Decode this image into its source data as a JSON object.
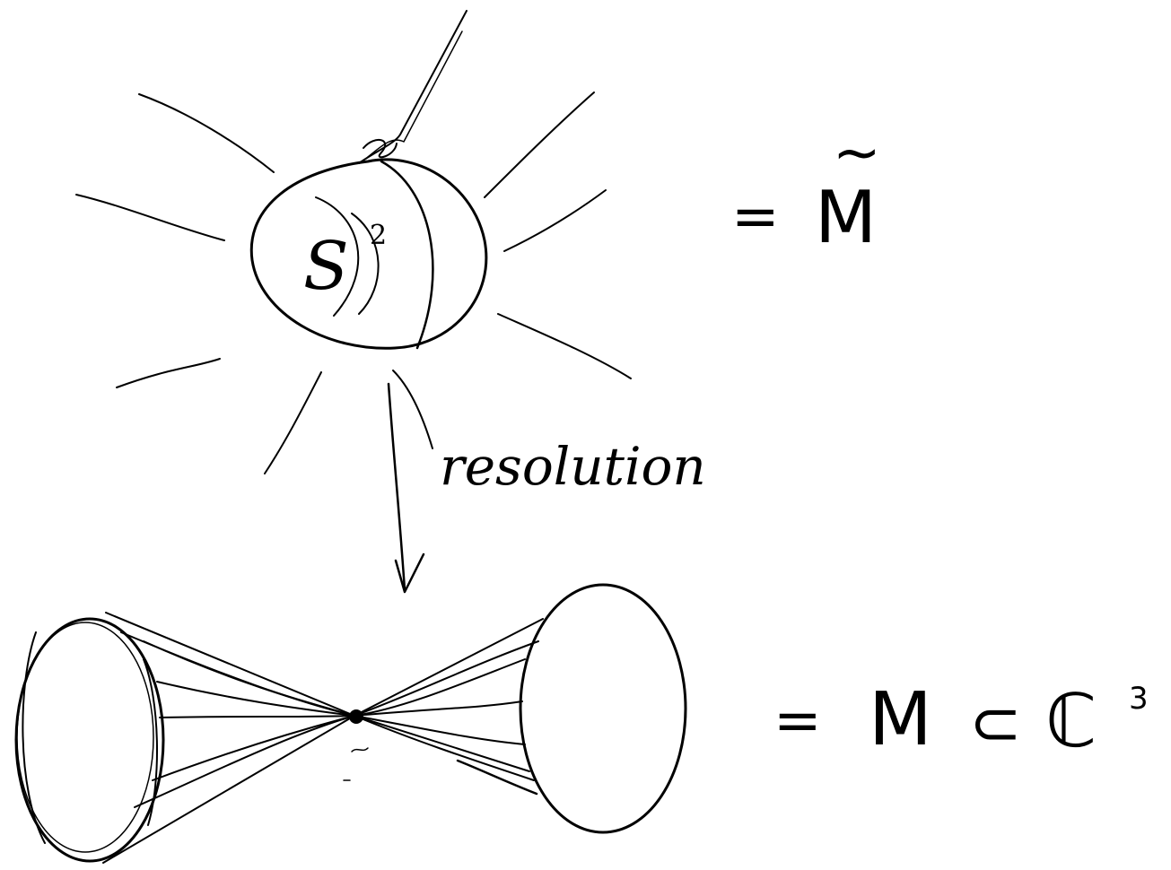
{
  "top": {
    "sphere_label": "S",
    "sphere_exponent": "2",
    "equals": "=",
    "space_symbol": "M",
    "tilde": "~"
  },
  "arrow": {
    "label": "resolution"
  },
  "bottom": {
    "equals": "=",
    "space_symbol": "M",
    "subset": "⊂",
    "ambient": "ℂ",
    "ambient_exponent": "3"
  }
}
